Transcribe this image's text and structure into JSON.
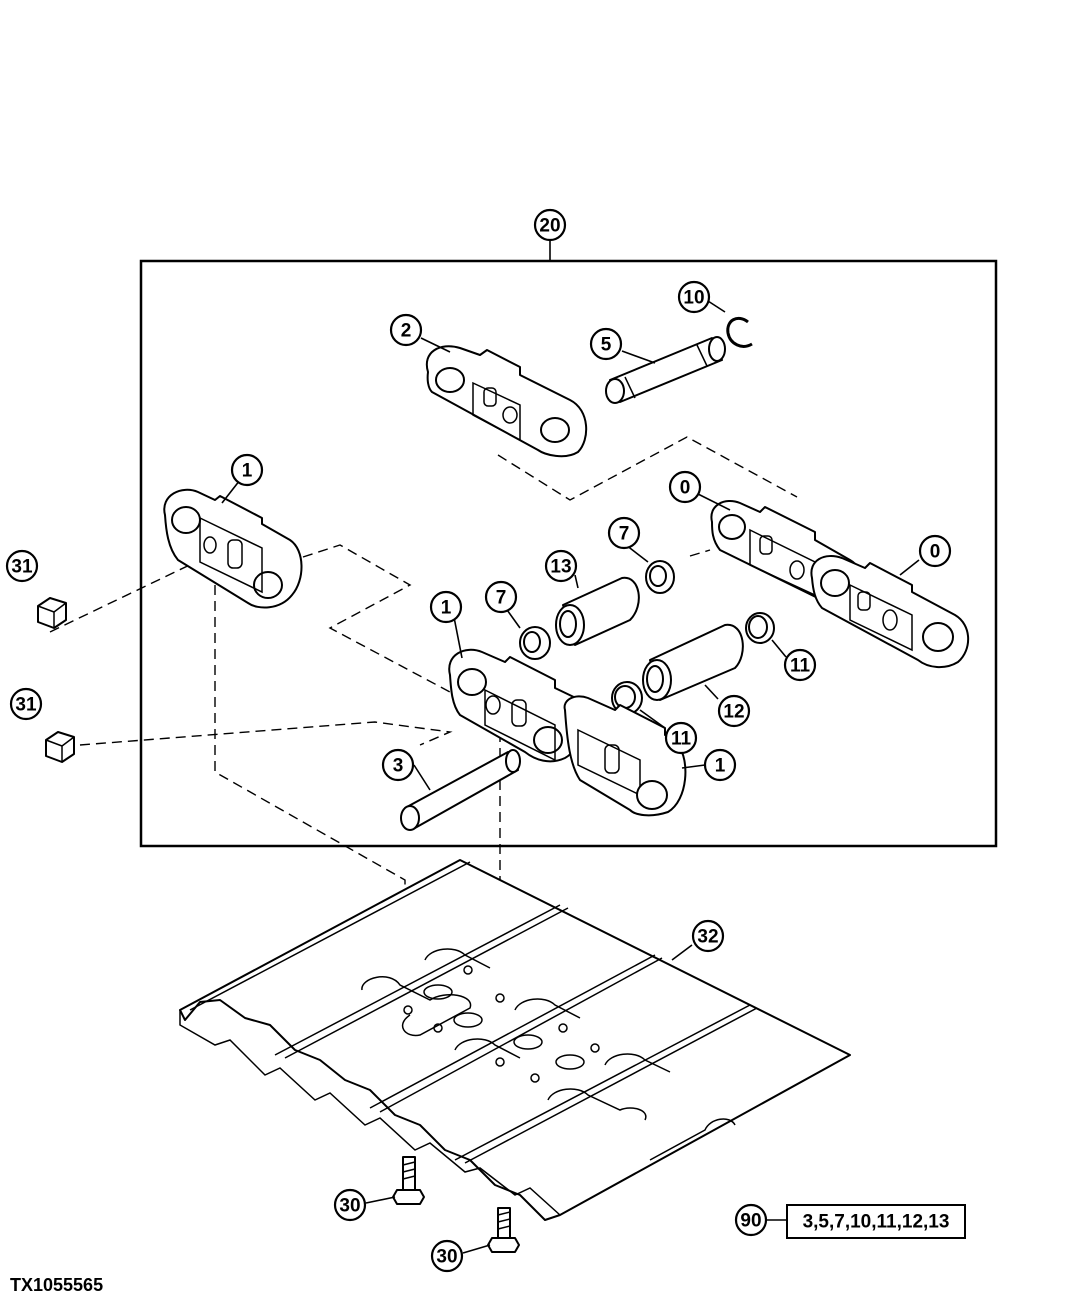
{
  "figure_id": "TX1055565",
  "assembly_callout": "20",
  "callouts": {
    "c20": "20",
    "c10": "10",
    "c2": "2",
    "c5": "5",
    "c1a": "1",
    "c0a": "0",
    "c0b": "0",
    "c7a": "7",
    "c13": "13",
    "c31a": "31",
    "c7b": "7",
    "c1b": "1",
    "c11a": "11",
    "c12": "12",
    "c31b": "31",
    "c11b": "11",
    "c1c": "1",
    "c3": "3",
    "c32": "32",
    "c30a": "30",
    "c30b": "30",
    "c90": "90"
  },
  "kit": {
    "callout": "90",
    "contents": "3,5,7,10,11,12,13"
  }
}
